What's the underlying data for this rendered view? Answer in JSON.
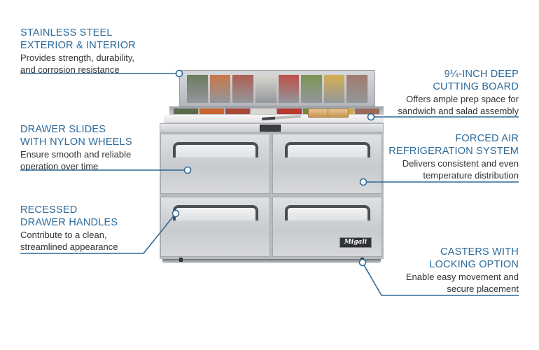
{
  "theme": {
    "accent": "#2d6a9a",
    "text": "#333333",
    "line": "#2d6a9a"
  },
  "callouts": {
    "stainless": {
      "title": [
        "STAINLESS STEEL",
        "EXTERIOR & INTERIOR"
      ],
      "desc": [
        "Provides strength, durability,",
        "and corrosion resistance"
      ]
    },
    "cutting_board": {
      "title": [
        "9¼-INCH DEEP",
        "CUTTING BOARD"
      ],
      "desc": [
        "Offers ample prep space for",
        "sandwich and salad assembly"
      ]
    },
    "drawer_slides": {
      "title": [
        "DRAWER SLIDES",
        "WITH NYLON WHEELS"
      ],
      "desc": [
        "Ensure smooth and reliable",
        "operation over time"
      ]
    },
    "forced_air": {
      "title": [
        "FORCED AIR",
        "REFRIGERATION SYSTEM"
      ],
      "desc": [
        "Delivers consistent and even",
        "temperature distribution"
      ]
    },
    "handles": {
      "title": [
        "RECESSED",
        "DRAWER HANDLES"
      ],
      "desc": [
        "Contribute to a clean,",
        "streamlined appearance"
      ]
    },
    "casters": {
      "title": [
        "CASTERS WITH",
        "LOCKING OPTION"
      ],
      "desc": [
        "Enable easy movement and",
        "secure placement"
      ]
    }
  },
  "product": {
    "brand_badge": "Migali",
    "ingredient_colors": [
      "#5a6b4a",
      "#c9662f",
      "#a8493a",
      "#d8d8d0",
      "#b8372f",
      "#6b8a3a",
      "#d6a93a",
      "#9a6a5a"
    ]
  }
}
